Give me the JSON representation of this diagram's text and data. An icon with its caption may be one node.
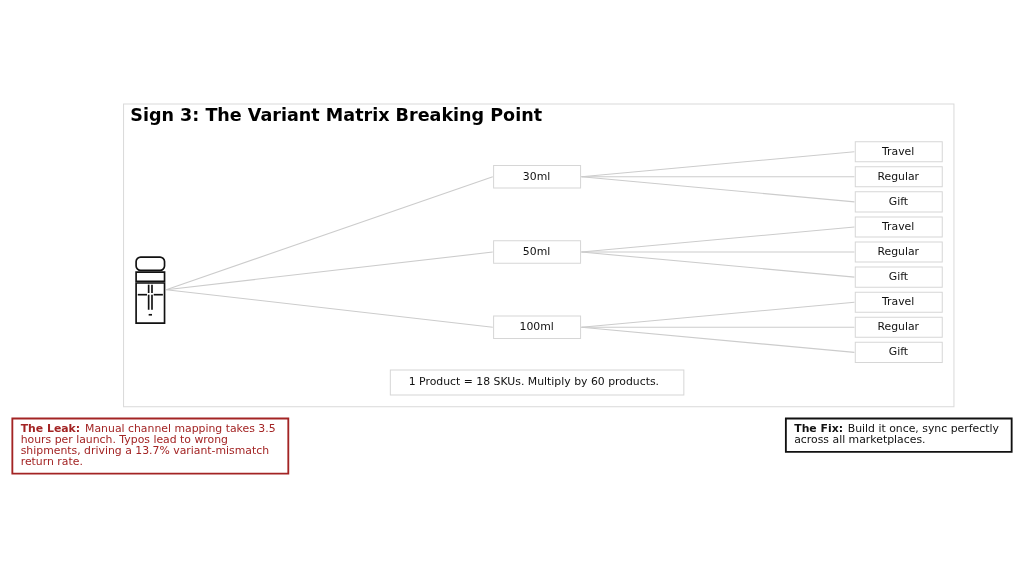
{
  "diagram": {
    "nodes": [
      {
        "text": [
          "Sign 3: The Variant Matrix Breaking Point"
        ]
      },
      {
        "text": [],
        "shape": "picture",
        "in": 0
      },
      {
        "text": [
          "30ml"
        ],
        "in": 0
      },
      {
        "text": [
          "50ml"
        ],
        "in": 0
      },
      {
        "text": [
          "100ml"
        ],
        "in": 0
      },
      {
        "text": [
          "Travel"
        ],
        "in": 0
      },
      {
        "text": [
          "Regular"
        ],
        "in": 0
      },
      {
        "text": [
          "Gift"
        ],
        "in": 0
      },
      {
        "text": [
          "Travel"
        ],
        "in": 0
      },
      {
        "text": [
          "Regular"
        ],
        "in": 0
      },
      {
        "text": [
          "Gift"
        ],
        "in": 0
      },
      {
        "text": [
          "Travel"
        ],
        "in": 0
      },
      {
        "text": [
          "Regular"
        ],
        "in": 0
      },
      {
        "text": [
          "Gift"
        ],
        "in": 0
      },
      {
        "text": [
          "1 Product = 18 SKUs. Multiply by 60 products."
        ],
        "in": 0
      },
      {
        "text": [
          "**The Leak:** Manual channel mapping takes 3.5 hours per launch. Typos lead to wrong shipments, driving a 13.7% variant-mismatch return rate."
        ]
      },
      {
        "text": [
          "**The Fix:** Build it once, sync perfectly across all marketplaces."
        ]
      }
    ],
    "edges": [
      {
        "from": 1,
        "to": 2,
        "arrow": "none"
      },
      {
        "from": 1,
        "to": 3,
        "arrow": "none"
      },
      {
        "from": 1,
        "to": 4,
        "arrow": "none"
      },
      {
        "from": 2,
        "to": 5,
        "arrow": "none"
      },
      {
        "from": 2,
        "to": 6,
        "arrow": "none"
      },
      {
        "from": 2,
        "to": 7,
        "arrow": "none"
      },
      {
        "from": 3,
        "to": 8,
        "arrow": "none"
      },
      {
        "from": 3,
        "to": 9,
        "arrow": "none"
      },
      {
        "from": 3,
        "to": 10,
        "arrow": "none"
      },
      {
        "from": 4,
        "to": 11,
        "arrow": "none"
      },
      {
        "from": 4,
        "to": 12,
        "arrow": "none"
      },
      {
        "from": 4,
        "to": 13,
        "arrow": "none"
      }
    ]
  }
}
